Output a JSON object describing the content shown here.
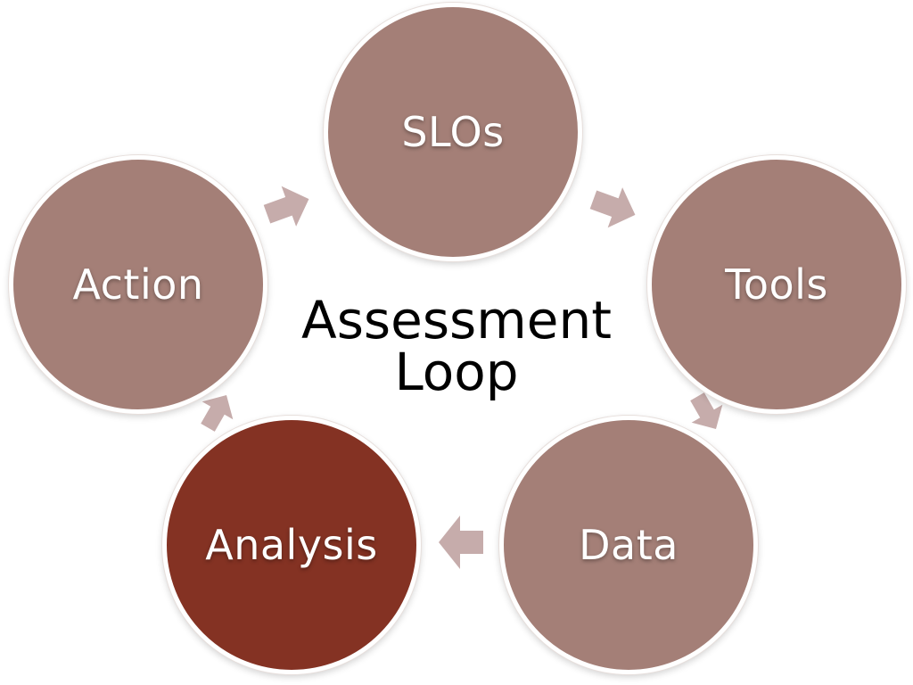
{
  "diagram": {
    "center_title_line1": "Assessment",
    "center_title_line2": "Loop",
    "nodes": [
      {
        "label": "SLOs",
        "color": "#a47f77"
      },
      {
        "label": "Tools",
        "color": "#a47f77"
      },
      {
        "label": "Data",
        "color": "#a47f77"
      },
      {
        "label": "Analysis",
        "color": "#843223"
      },
      {
        "label": "Action",
        "color": "#a47f77"
      }
    ],
    "arrow_color": "#c6acab"
  }
}
